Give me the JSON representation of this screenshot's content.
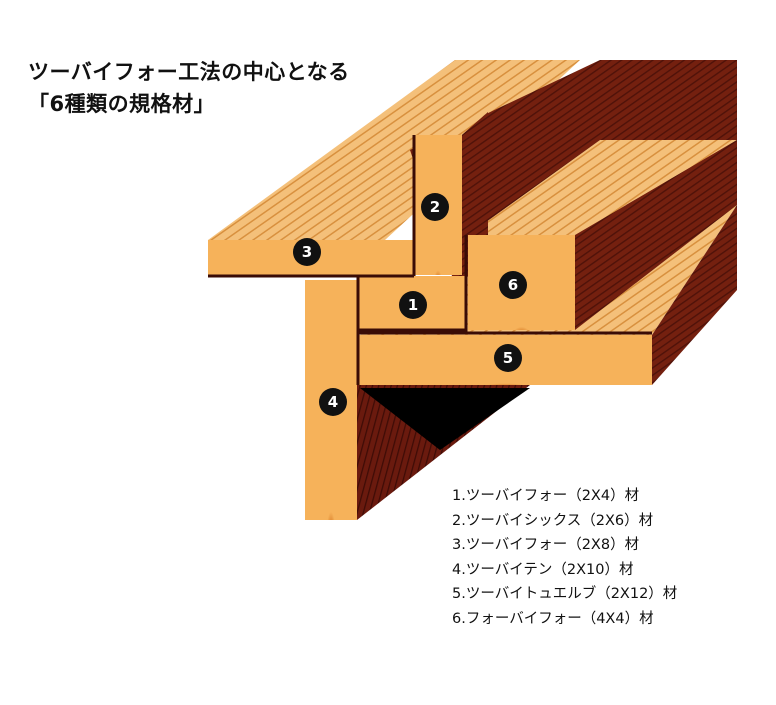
{
  "title": {
    "line1": "ツーバイフォー工法の中心となる",
    "line2": "「6種類の規格材」"
  },
  "legend": [
    "1.ツーバイフォー（2X4）材",
    "2.ツーバイシックス（2X6）材",
    "3.ツーバイフォー（2X8）材",
    "4.ツーバイテン（2X10）材",
    "5.ツーバイトュエルブ（2X12）材",
    "6.フォーバイフォー（4X4）材"
  ],
  "markers": [
    "1",
    "2",
    "3",
    "4",
    "5",
    "6"
  ],
  "colors": {
    "end_grain": "#f0a54a",
    "end_grain_ring": "#c46a1e",
    "face_grain": "#f5c27a",
    "side_dark": "#6e1b10",
    "side_darker": "#4a0f08",
    "shadow": "#000000",
    "badge": "#111111"
  }
}
